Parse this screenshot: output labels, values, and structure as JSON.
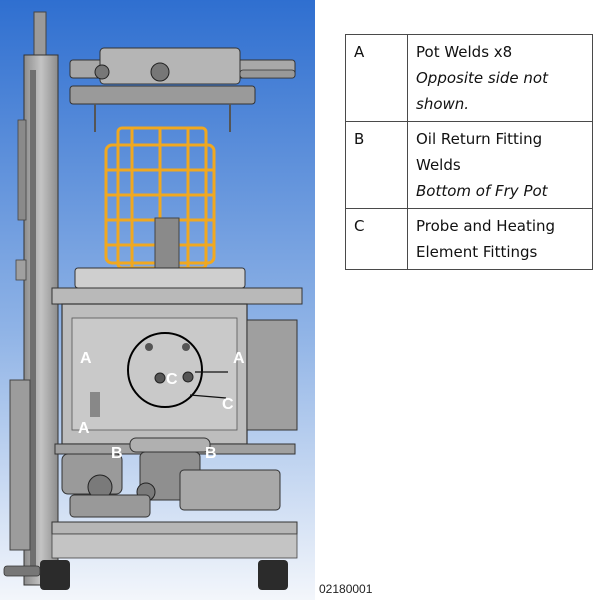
{
  "legend": {
    "rows": [
      {
        "key": "A",
        "line1": "Pot Welds x8",
        "note": "Opposite side not shown."
      },
      {
        "key": "B",
        "line1": "Oil Return Fitting Welds",
        "note": "Bottom of Fry Pot"
      },
      {
        "key": "C",
        "line1": "Probe and Heating",
        "line2": "Element Fittings"
      }
    ]
  },
  "callouts": {
    "a": "A",
    "b": "B",
    "c": "C"
  },
  "figure_id": "02180001",
  "colors": {
    "background_top": "#2f6fd0",
    "background_bottom": "#f3f6fb",
    "frame": "#9a9a9a",
    "basket": "#f0a820",
    "callout_circle": "#000000"
  }
}
